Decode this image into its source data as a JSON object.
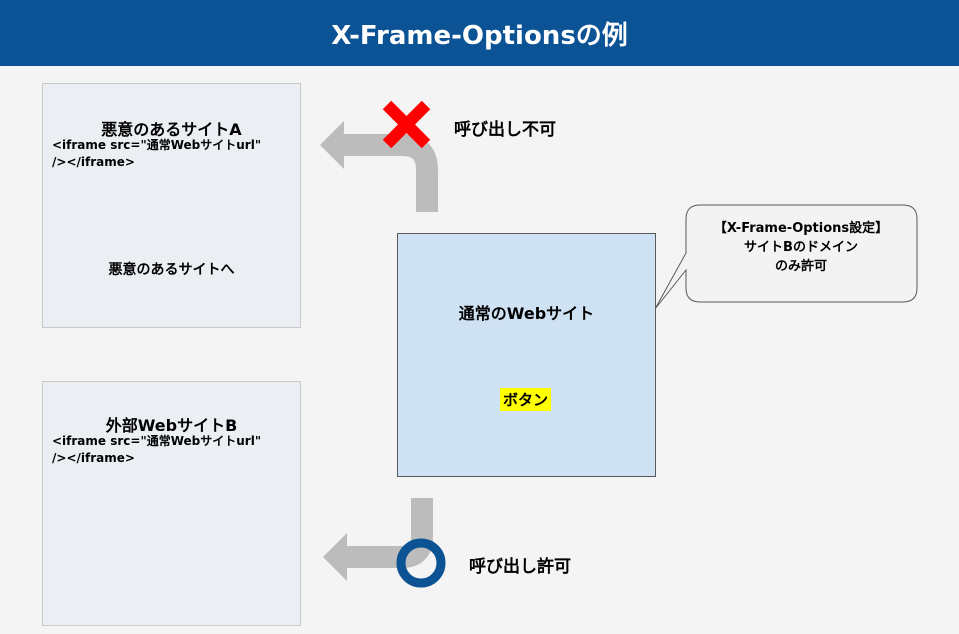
{
  "title": "X-Frame-Optionsの例",
  "site_a": {
    "title": "悪意のあるサイトA",
    "code_line1": "<iframe src=\"通常Webサイトurl\"",
    "code_line2": "/></iframe>",
    "link_text": "悪意のあるサイトへ"
  },
  "site_b": {
    "title": "外部WebサイトB",
    "code_line1": "<iframe src=\"通常Webサイトurl\"",
    "code_line2": "/></iframe>"
  },
  "main_site": {
    "title": "通常のWebサイト",
    "button_label": "ボタン"
  },
  "callout": {
    "line1": "【X-Frame-Options設定】",
    "line2": "サイトBのドメイン",
    "line3": "のみ許可"
  },
  "results": {
    "denied": "呼び出し不可",
    "allowed": "呼び出し許可"
  },
  "colors": {
    "header": "#0b5394",
    "main_box": "#cfe2f3",
    "site_box": "#ebeff3",
    "arrow": "#bcbcbc",
    "cross": "#ff0000",
    "circle": "#0b5394",
    "button_highlight": "#ffff00"
  },
  "icons": {
    "denied": "cross-icon",
    "allowed": "circle-icon"
  }
}
